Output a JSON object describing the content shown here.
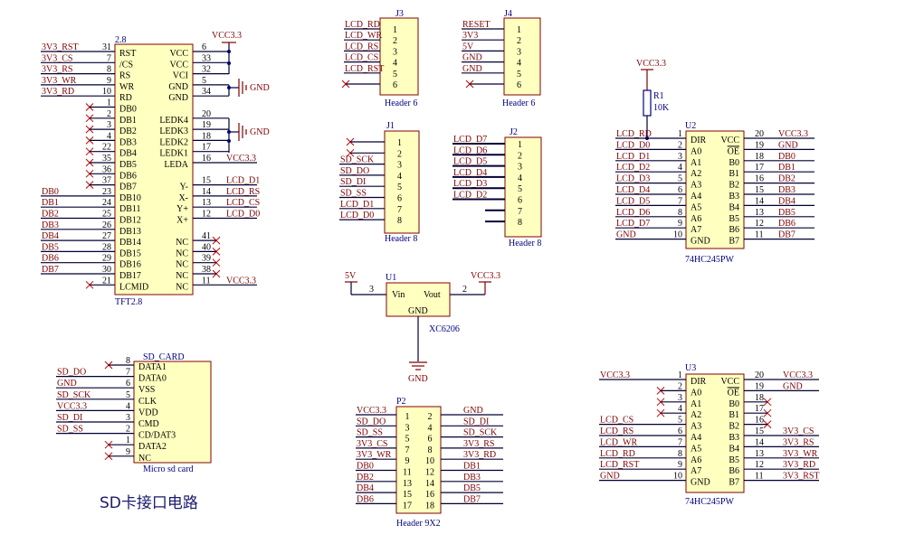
{
  "title": "SD卡接口电路",
  "colors": {
    "box_fill": "#ffffc0",
    "box_border": "#800000",
    "net_label": "#800000",
    "wire": "#000033",
    "title": "#1a1a6e"
  },
  "components": {
    "tft": {
      "designator": "2.8",
      "comment": "TFT2.8",
      "left": [
        {
          "n": "31",
          "name": "RST",
          "net": "3V3_RST"
        },
        {
          "n": "7",
          "name": "/CS",
          "net": "3V3_CS"
        },
        {
          "n": "8",
          "name": "RS",
          "net": "3V3_RS"
        },
        {
          "n": "9",
          "name": "WR",
          "net": "3V3_WR"
        },
        {
          "n": "10",
          "name": "RD",
          "net": "3V3_RD"
        },
        {
          "n": "1",
          "name": "DB0",
          "nc": true
        },
        {
          "n": "2",
          "name": "DB1",
          "nc": true
        },
        {
          "n": "3",
          "name": "DB2",
          "nc": true
        },
        {
          "n": "4",
          "name": "DB3",
          "nc": true
        },
        {
          "n": "22",
          "name": "DB4",
          "nc": true
        },
        {
          "n": "35",
          "name": "DB5",
          "nc": true
        },
        {
          "n": "36",
          "name": "DB6",
          "nc": true
        },
        {
          "n": "37",
          "name": "DB7",
          "nc": true
        },
        {
          "n": "23",
          "name": "DB10",
          "net": "DB0"
        },
        {
          "n": "24",
          "name": "DB11",
          "net": "DB1"
        },
        {
          "n": "25",
          "name": "DB12",
          "net": "DB2"
        },
        {
          "n": "26",
          "name": "DB13",
          "net": "DB3"
        },
        {
          "n": "27",
          "name": "DB14",
          "net": "DB4"
        },
        {
          "n": "28",
          "name": "DB15",
          "net": "DB5"
        },
        {
          "n": "29",
          "name": "DB16",
          "net": "DB6"
        },
        {
          "n": "30",
          "name": "DB17",
          "net": "DB7"
        },
        {
          "n": "21",
          "name": "LCMID",
          "nc": true
        }
      ],
      "right": [
        {
          "n": "6",
          "name": "VCC"
        },
        {
          "n": "33",
          "name": "VCC"
        },
        {
          "n": "32",
          "name": "VCI"
        },
        {
          "n": "5",
          "name": "GND"
        },
        {
          "n": "34",
          "name": "GND"
        },
        null,
        {
          "n": "20",
          "name": "LEDK4"
        },
        {
          "n": "19",
          "name": "LEDK3"
        },
        {
          "n": "18",
          "name": "LEDK2"
        },
        {
          "n": "17",
          "name": "LEDK1"
        },
        {
          "n": "16",
          "name": "LEDA",
          "net": "VCC3.3"
        },
        null,
        {
          "n": "15",
          "name": "Y-",
          "net": "LCD_D1"
        },
        {
          "n": "14",
          "name": "X-",
          "net": "LCD_RS"
        },
        {
          "n": "13",
          "name": "Y+",
          "net": "LCD_CS"
        },
        {
          "n": "12",
          "name": "X+",
          "net": "LCD_D0"
        },
        null,
        {
          "n": "41",
          "name": "NC",
          "nc": true
        },
        {
          "n": "40",
          "name": "NC",
          "nc": true
        },
        {
          "n": "39",
          "name": "NC",
          "nc": true
        },
        {
          "n": "38",
          "name": "NC",
          "nc": true
        },
        {
          "n": "11",
          "name": "NC",
          "net": "VCC3.3"
        }
      ]
    },
    "j3": {
      "designator": "J3",
      "comment": "Header 6",
      "left": [
        {
          "n": "1",
          "net": "LCD_RD"
        },
        {
          "n": "2",
          "net": "LCD_WR"
        },
        {
          "n": "3",
          "net": "LCD_RS"
        },
        {
          "n": "4",
          "net": "LCD_CS"
        },
        {
          "n": "5",
          "net": "LCD_RST"
        },
        {
          "n": "6",
          "nc": true
        }
      ]
    },
    "j4": {
      "designator": "J4",
      "comment": "Header 6",
      "left": [
        {
          "n": "1",
          "net": "RESET"
        },
        {
          "n": "2",
          "net": "3V3"
        },
        {
          "n": "3",
          "net": "5V"
        },
        {
          "n": "4",
          "net": "GND"
        },
        {
          "n": "5",
          "net": "GND"
        },
        {
          "n": "6",
          "nc": true
        }
      ]
    },
    "j1": {
      "designator": "J1",
      "comment": "Header 8",
      "left": [
        {
          "n": "1",
          "nc": true
        },
        {
          "n": "2",
          "nc": true
        },
        {
          "n": "3",
          "net": "SD_SCK"
        },
        {
          "n": "4",
          "net": "SD_DO"
        },
        {
          "n": "5",
          "net": "SD_DI"
        },
        {
          "n": "6",
          "net": "SD_SS"
        },
        {
          "n": "7",
          "net": "LCD_D1"
        },
        {
          "n": "8",
          "net": "LCD_D0"
        }
      ]
    },
    "j2": {
      "designator": "J2",
      "comment": "Header 8",
      "left": [
        {
          "n": "1",
          "net": "LCD_D7"
        },
        {
          "n": "2",
          "net": "LCD_D6"
        },
        {
          "n": "3",
          "net": "LCD_D5"
        },
        {
          "n": "4",
          "net": "LCD_D4"
        },
        {
          "n": "5",
          "net": "LCD_D3"
        },
        {
          "n": "6",
          "net": "LCD_D2"
        },
        {
          "n": "7",
          "net": ""
        },
        {
          "n": "8",
          "net": ""
        }
      ]
    },
    "u2": {
      "designator": "U2",
      "comment": "74HC245PW",
      "left": [
        {
          "n": "1",
          "name": "DIR",
          "net": "LCD_RD"
        },
        {
          "n": "2",
          "name": "A0",
          "net": "LCD_D0"
        },
        {
          "n": "3",
          "name": "A1",
          "net": "LCD_D1"
        },
        {
          "n": "4",
          "name": "A2",
          "net": "LCD_D2"
        },
        {
          "n": "5",
          "name": "A3",
          "net": "LCD_D3"
        },
        {
          "n": "6",
          "name": "A4",
          "net": "LCD_D4"
        },
        {
          "n": "7",
          "name": "A5",
          "net": "LCD_D5"
        },
        {
          "n": "8",
          "name": "A6",
          "net": "LCD_D6"
        },
        {
          "n": "9",
          "name": "A7",
          "net": "LCD_D7"
        },
        {
          "n": "10",
          "name": "GND",
          "net": "GND"
        }
      ],
      "right": [
        {
          "n": "20",
          "name": "VCC",
          "net": "VCC3.3"
        },
        {
          "n": "19",
          "name": "OE",
          "net": "GND",
          "overline": true
        },
        {
          "n": "18",
          "name": "B0",
          "net": "DB0"
        },
        {
          "n": "17",
          "name": "B1",
          "net": "DB1"
        },
        {
          "n": "16",
          "name": "B2",
          "net": "DB2"
        },
        {
          "n": "15",
          "name": "B3",
          "net": "DB3"
        },
        {
          "n": "14",
          "name": "B4",
          "net": "DB4"
        },
        {
          "n": "13",
          "name": "B5",
          "net": "DB5"
        },
        {
          "n": "12",
          "name": "B6",
          "net": "DB6"
        },
        {
          "n": "11",
          "name": "B7",
          "net": "DB7"
        }
      ]
    },
    "sd": {
      "designator": "SD_CARD",
      "comment": "Micro  sd card",
      "left": [
        {
          "n": "8",
          "name": "DATA1",
          "nc": true
        },
        {
          "n": "7",
          "name": "DATA0",
          "net": "SD_DO"
        },
        {
          "n": "6",
          "name": "VSS",
          "net": "GND"
        },
        {
          "n": "5",
          "name": "CLK",
          "net": "SD_SCK"
        },
        {
          "n": "4",
          "name": "VDD",
          "net": "VCC3.3"
        },
        {
          "n": "3",
          "name": "CMD",
          "net": "SD_DI"
        },
        {
          "n": "2",
          "name": "CD/DAT3",
          "net": "SD_SS"
        },
        {
          "n": "1",
          "name": "DATA2",
          "nc": true
        },
        {
          "n": "9",
          "name": "NC",
          "nc": true
        }
      ]
    },
    "p2": {
      "designator": "P2",
      "comment": "Header 9X2",
      "left": [
        {
          "n": "1",
          "net": "VCC3.3"
        },
        {
          "n": "3",
          "net": "SD_DO"
        },
        {
          "n": "5",
          "net": "SD_SS"
        },
        {
          "n": "7",
          "net": "3V3_CS"
        },
        {
          "n": "9",
          "net": "3V3_WR"
        },
        {
          "n": "11",
          "net": "DB0"
        },
        {
          "n": "13",
          "net": "DB2"
        },
        {
          "n": "15",
          "net": "DB4"
        },
        {
          "n": "17",
          "net": "DB6"
        }
      ],
      "right": [
        {
          "n": "2",
          "net": "GND"
        },
        {
          "n": "4",
          "net": "SD_DI"
        },
        {
          "n": "6",
          "net": "SD_SCK"
        },
        {
          "n": "8",
          "net": "3V3_RS"
        },
        {
          "n": "10",
          "net": "3V3_RD"
        },
        {
          "n": "12",
          "net": "DB1"
        },
        {
          "n": "14",
          "net": "DB3"
        },
        {
          "n": "16",
          "net": "DB5"
        },
        {
          "n": "18",
          "net": "DB7"
        }
      ]
    },
    "u3": {
      "designator": "U3",
      "comment": "74HC245PW",
      "left": [
        {
          "n": "1",
          "name": "DIR",
          "net": "VCC3.3"
        },
        {
          "n": "2",
          "name": "A0",
          "nc": true
        },
        {
          "n": "3",
          "name": "A1",
          "nc": true
        },
        {
          "n": "4",
          "name": "A2",
          "nc": true
        },
        {
          "n": "5",
          "name": "A3",
          "net": "LCD_CS"
        },
        {
          "n": "6",
          "name": "A4",
          "net": "LCD_RS"
        },
        {
          "n": "7",
          "name": "A5",
          "net": "LCD_WR"
        },
        {
          "n": "8",
          "name": "A6",
          "net": "LCD_RD"
        },
        {
          "n": "9",
          "name": "A7",
          "net": "LCD_RST"
        },
        {
          "n": "10",
          "name": "GND",
          "net": "GND"
        }
      ],
      "right": [
        {
          "n": "20",
          "name": "VCC",
          "net": "VCC3.3"
        },
        {
          "n": "19",
          "name": "OE",
          "net": "GND",
          "overline": true
        },
        {
          "n": "18",
          "name": "B0",
          "nc": true
        },
        {
          "n": "17",
          "name": "B1",
          "nc": true
        },
        {
          "n": "16",
          "name": "B2",
          "nc": true
        },
        {
          "n": "15",
          "name": "B3",
          "net": "3V3_CS"
        },
        {
          "n": "14",
          "name": "B4",
          "net": "3V3_RS"
        },
        {
          "n": "13",
          "name": "B5",
          "net": "3V3_WR"
        },
        {
          "n": "12",
          "name": "B6",
          "net": "3V3_RD"
        },
        {
          "n": "11",
          "name": "B7",
          "net": "3V3_RST"
        }
      ]
    }
  },
  "tft_power": {
    "vcc": "VCC3.3",
    "gnd1": "GND",
    "gnd2": "GND"
  },
  "r1": {
    "designator": "R1",
    "value": "10K",
    "vcc": "VCC3.3"
  },
  "u1": {
    "designator": "U1",
    "comment": "XC6206",
    "vin_name": "Vin",
    "vout_name": "Vout",
    "gnd_name": "GND",
    "vin_pin": "3",
    "vout_pin": "2",
    "in_net": "5V",
    "out_net": "VCC3.3",
    "gnd_net": "GND"
  }
}
